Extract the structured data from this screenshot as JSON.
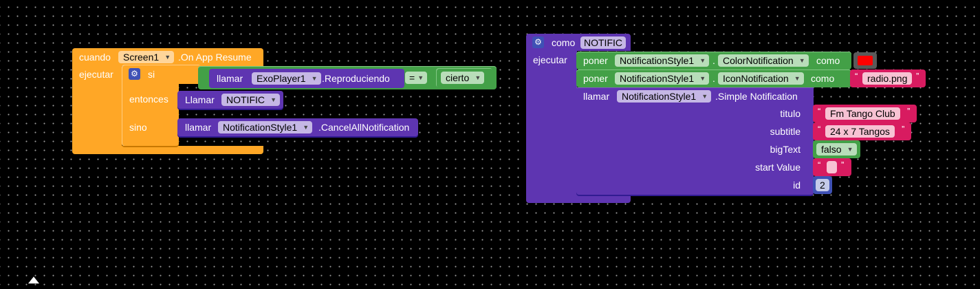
{
  "event_block": {
    "cuando_label": "cuando",
    "component": "Screen1",
    "event_name": ".On App Resume",
    "ejecutar_label": "ejecutar",
    "if_block": {
      "si_label": "si",
      "entonces_label": "entonces",
      "sino_label": "sino",
      "call_label": "llamar",
      "component": "ExoPlayer1",
      "property": ".Reproduciendo",
      "operator": "=",
      "compare_value": "cierto",
      "then_call_label": "Llamar",
      "then_procedure": "NOTIFIC",
      "else_call_label": "llamar",
      "else_component": "NotificationStyle1",
      "else_method": ".CancelAllNotification"
    }
  },
  "procedure_block": {
    "como_label": "como",
    "procedure_name": "NOTIFIC",
    "ejecutar_label": "ejecutar",
    "set_color": {
      "poner_label": "poner",
      "component": "NotificationStyle1",
      "property": "ColorNotification",
      "como_label": "como",
      "color": "#ff0000"
    },
    "set_icon": {
      "poner_label": "poner",
      "component": "NotificationStyle1",
      "property": "IconNotification",
      "como_label": "como",
      "value": "radio.png"
    },
    "call_notification": {
      "call_label": "llamar",
      "component": "NotificationStyle1",
      "method": ".Simple Notification",
      "args": {
        "titulo_label": "titulo",
        "titulo_value": "Fm Tango Club",
        "subtitle_label": "subtitle",
        "subtitle_value": "24 x 7 Tangos",
        "bigtext_label": "bigText",
        "bigtext_value": "falso",
        "start_value_label": "start Value",
        "start_value_value": "",
        "id_label": "id",
        "id_value": "2"
      }
    }
  },
  "colors": {
    "event": "#ffa726",
    "procedure": "#5e35b1",
    "logic": "#43a047",
    "text": "#d81b60",
    "math": "#3f51b5"
  },
  "icons": [
    "gear-icon",
    "dropdown-caret-icon"
  ]
}
